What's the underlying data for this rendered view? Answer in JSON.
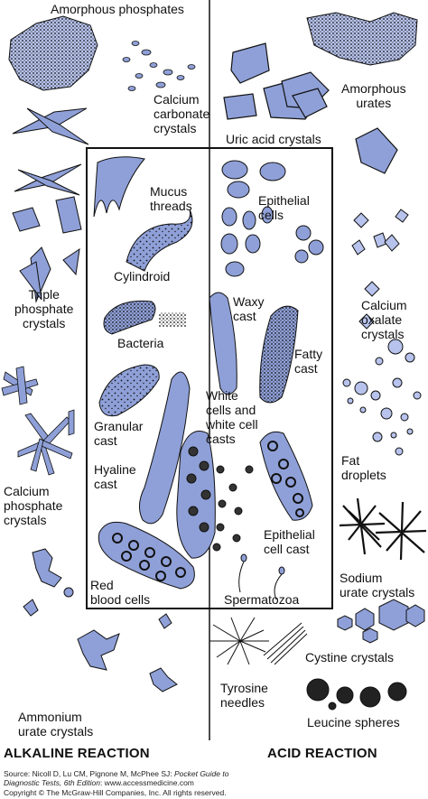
{
  "colors": {
    "fill": "#8FA0D8",
    "fill_light": "#B7C3EC",
    "ink": "#111111",
    "background": "#ffffff"
  },
  "labels": {
    "amorphous_phosphates": "Amorphous phosphates",
    "calcium_carbonate": "Calcium\ncarbonate\ncrystals",
    "amorphous_urates": "Amorphous\nurates",
    "uric_acid": "Uric acid crystals",
    "mucus_threads": "Mucus\nthreads",
    "epithelial_cells": "Epithelial\ncells",
    "cylindroid": "Cylindroid",
    "triple_phosphate": "Triple\nphosphate\ncrystals",
    "waxy_cast": "Waxy\ncast",
    "calcium_oxalate": "Calcium\noxalate\ncrystals",
    "bacteria": "Bacteria",
    "fatty_cast": "Fatty\ncast",
    "white_cells": "White\ncells and\nwhite cell\ncasts",
    "granular_cast": "Granular\ncast",
    "fat_droplets": "Fat\ndroplets",
    "hyaline_cast": "Hyaline\ncast",
    "calcium_phosphate": "Calcium\nphosphate\ncrystals",
    "epithelial_cell_cast": "Epithelial\ncell cast",
    "red_blood_cells": "Red\nblood cells",
    "spermatozoa": "Spermatozoa",
    "sodium_urate": "Sodium\nurate crystals",
    "cystine": "Cystine crystals",
    "tyrosine": "Tyrosine\nneedles",
    "ammonium_urate": "Ammonium\nurate crystals",
    "leucine": "Leucine spheres"
  },
  "headers": {
    "alkaline": "ALKALINE REACTION",
    "acid": "ACID REACTION"
  },
  "source": {
    "line1_prefix": "Source: Nicoll D, Lu CM, Pignone M, McPhee SJ: ",
    "line1_title": "Pocket Guide to",
    "line2_title": "Diagnostic Tests, 6th Edition",
    "line2_suffix": ": www.accessmedicine.com",
    "line3": "Copyright © The McGraw-Hill Companies, Inc. All rights reserved."
  }
}
